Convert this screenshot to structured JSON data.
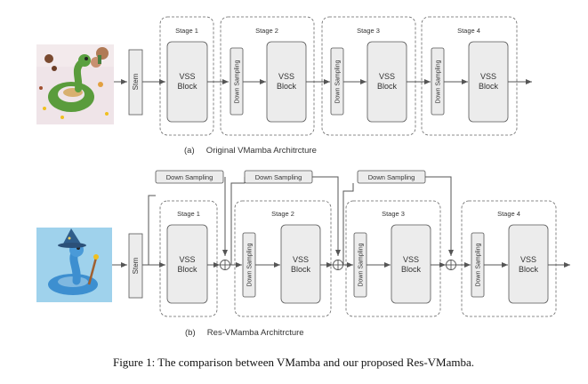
{
  "top": {
    "stages": [
      "Stage 1",
      "Stage 2",
      "Stage 3",
      "Stage 4"
    ],
    "stem": "Stem",
    "down_sampling": "Down Sampling",
    "vss_line1": "VSS",
    "vss_line2": "Block",
    "caption": "(a)     Original VMamba Architrcture"
  },
  "bottom": {
    "stages": [
      "Stage 1",
      "Stage 2",
      "Stage 3",
      "Stage 4"
    ],
    "stem": "Stem",
    "down_sampling": "Down Sampling",
    "vss_line1": "VSS",
    "vss_line2": "Block",
    "residual_down_sampling": [
      "Down Sampling",
      "Down Sampling",
      "Down Sampling"
    ],
    "caption": "(b)     Res-VMamba Architrcture"
  },
  "figure_caption": "Figure 1: The comparison between VMamba and our proposed Res-VMamba.",
  "colors": {
    "box_fill": "#ececec",
    "box_stroke": "#555555",
    "dashed_stroke": "#666666",
    "arrow": "#555555"
  }
}
